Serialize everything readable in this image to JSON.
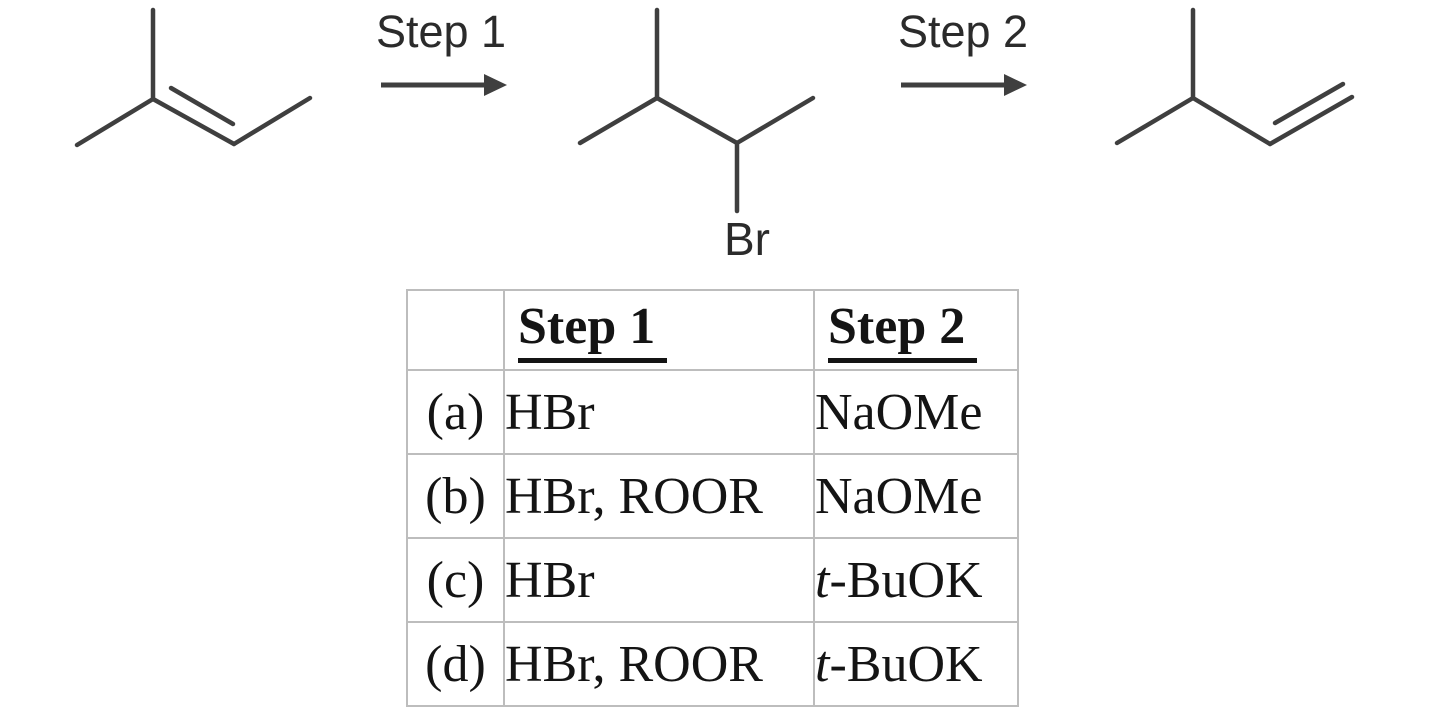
{
  "diagram": {
    "step1_arrow_label": "Step 1",
    "step2_arrow_label": "Step 2",
    "bromide_label": "Br"
  },
  "table": {
    "col1_header": "Step 1",
    "col2_header": "Step 2",
    "rows": [
      {
        "option": "(a)",
        "step1": "HBr",
        "step2_prefix_italic": "",
        "step2": "NaOMe"
      },
      {
        "option": "(b)",
        "step1": "HBr, ROOR",
        "step2_prefix_italic": "",
        "step2": "NaOMe"
      },
      {
        "option": "(c)",
        "step1": "HBr",
        "step2_prefix_italic": "t",
        "step2": "-BuOK"
      },
      {
        "option": "(d)",
        "step1": "HBr, ROOR",
        "step2_prefix_italic": "t",
        "step2": "-BuOK"
      }
    ]
  },
  "colors": {
    "bond": "#3f3f3f",
    "label": "#2b2b2b",
    "table-text": "#141414",
    "table-border": "#bdbdbd"
  }
}
